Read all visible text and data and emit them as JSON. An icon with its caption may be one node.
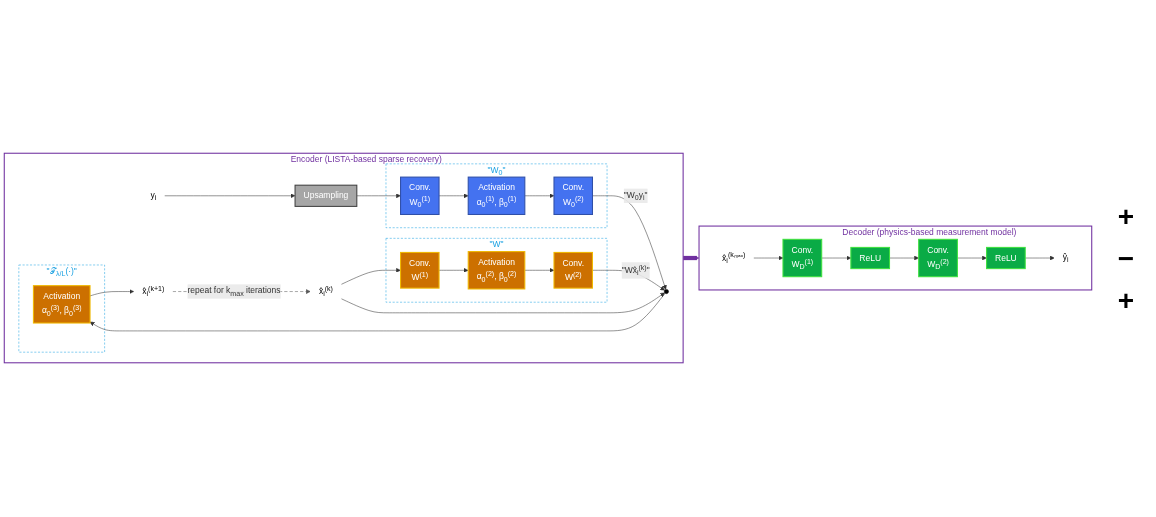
{
  "diagram": {
    "nodes": [
      {
        "text": [
          "Encoder (LISTA-based sparse recovery)"
        ]
      },
      {
        "text": [
          "y$_{i}$"
        ],
        "in": 0
      },
      {
        "text": [
          "Upsampling"
        ],
        "in": 0
      },
      {
        "text": [
          "\"W$_{0}$\""
        ],
        "in": 0
      },
      {
        "text": [
          "Conv.",
          "W$_{0}$$^{(1)}$"
        ],
        "in": 3
      },
      {
        "text": [
          "Activation",
          "α$_{0}$$^{(1)}$, β$_{0}$$^{(1)}$"
        ],
        "in": 3
      },
      {
        "text": [
          "Conv.",
          "W$_{0}$$^{(2)}$"
        ],
        "in": 3
      },
      {
        "text": [
          "x̂$_{i}$$^{(k)}$"
        ],
        "in": 0
      },
      {
        "text": [
          "\"W\""
        ],
        "in": 0
      },
      {
        "text": [
          "Conv.",
          "W$^{(1)}$"
        ],
        "in": 8
      },
      {
        "text": [
          "Activation",
          "α$_{0}$$^{(2)}$, β$_{0}$$^{(2)}$"
        ],
        "in": 8
      },
      {
        "text": [
          "Conv.",
          "W$^{(2)}$"
        ],
        "in": 8
      },
      {
        "text": [],
        "shape": "circle",
        "in": 0
      },
      {
        "text": [
          "\"𝒯$_{λ/L}$(·)\""
        ],
        "in": 0
      },
      {
        "text": [
          "Activation",
          "α$_{0}$$^{(3)}$, β$_{0}$$^{(3)}$"
        ],
        "in": 13
      },
      {
        "text": [
          "x̂$_{i}$$^{(k+1)}$"
        ],
        "in": 0
      },
      {
        "text": [
          "Decoder (physics-based measurement model)"
        ]
      },
      {
        "text": [
          "x̂$_{i}$$^{(kₘₐₓ)}$"
        ],
        "in": 16
      },
      {
        "text": [
          "Conv.",
          "W$_{D}$$^{(1)}$"
        ],
        "in": 16
      },
      {
        "text": [
          "ReLU"
        ],
        "in": 16
      },
      {
        "text": [
          "Conv.",
          "W$_{D}$$^{(2)}$"
        ],
        "in": 16
      },
      {
        "text": [
          "ReLU"
        ],
        "in": 16
      },
      {
        "text": [
          "ŷ$_{i}$"
        ],
        "in": 16
      }
    ],
    "edges": [
      {
        "from": 1,
        "to": 2,
        "arrow": "to"
      },
      {
        "from": 2,
        "to": 4,
        "arrow": "to"
      },
      {
        "from": 4,
        "to": 5,
        "arrow": "to"
      },
      {
        "from": 5,
        "to": 6,
        "arrow": "to"
      },
      {
        "from": 6,
        "to": 12,
        "arrow": "to",
        "label": "\"W$_{0}$y$_{i}$\""
      },
      {
        "from": 7,
        "to": 9,
        "arrow": "to"
      },
      {
        "from": 9,
        "to": 10,
        "arrow": "to"
      },
      {
        "from": 10,
        "to": 11,
        "arrow": "to"
      },
      {
        "from": 11,
        "to": 12,
        "arrow": "to",
        "label": "\"Wx̂$_{i}$$^{(k)}$\""
      },
      {
        "from": 7,
        "to": 12,
        "arrow": "to"
      },
      {
        "from": 12,
        "to": 14,
        "arrow": "to"
      },
      {
        "from": 14,
        "to": 15,
        "arrow": "to"
      },
      {
        "from": 15,
        "to": 7,
        "arrow": "to",
        "style": "dashed",
        "color": "#595959",
        "label": "repeat for k$_{max}$ iterations"
      },
      {
        "from": 0,
        "to": 16,
        "arrow": "to",
        "style": "thick",
        "color": "#7030a0"
      },
      {
        "from": 17,
        "to": 18,
        "arrow": "to"
      },
      {
        "from": 18,
        "to": 19,
        "arrow": "to"
      },
      {
        "from": 19,
        "to": 20,
        "arrow": "to"
      },
      {
        "from": 20,
        "to": 21,
        "arrow": "to"
      },
      {
        "from": 21,
        "to": 22,
        "arrow": "to"
      }
    ],
    "labels": [
      "+",
      "−",
      "+"
    ]
  }
}
